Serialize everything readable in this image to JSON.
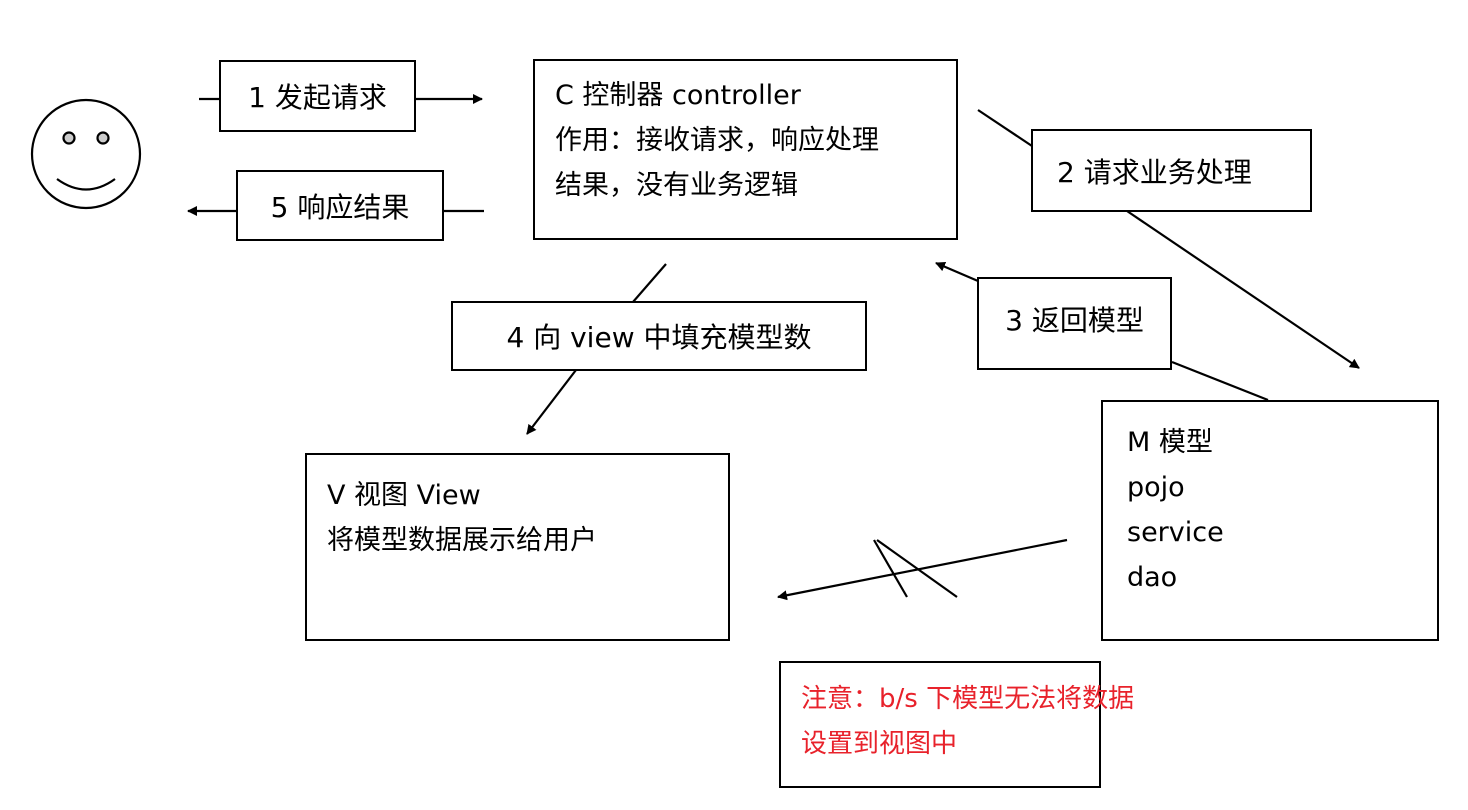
{
  "actor": {
    "icon": "smiley-user-icon"
  },
  "steps": [
    {
      "id": "1",
      "label": "1 发起请求"
    },
    {
      "id": "2",
      "label": "2 请求业务处理"
    },
    {
      "id": "3",
      "label": "3 返回模型"
    },
    {
      "id": "4",
      "label": "4  向 view 中填充模型数"
    },
    {
      "id": "5",
      "label": "5  响应结果"
    }
  ],
  "controller": {
    "lines": [
      "C   控制器 controller",
      "作用：接收请求，响应处理",
      "结果，没有业务逻辑"
    ]
  },
  "view": {
    "lines": [
      "V  视图  View",
      "将模型数据展示给用户"
    ]
  },
  "model": {
    "lines": [
      "M  模型",
      "pojo",
      "service",
      "dao"
    ]
  },
  "note": {
    "lines": [
      "注意：b/s 下模型无法将数据",
      "设置到视图中"
    ],
    "color": "#e8222b"
  },
  "blocked_arrow": {
    "from": "model",
    "to": "view",
    "marker": "x-cross-icon"
  }
}
